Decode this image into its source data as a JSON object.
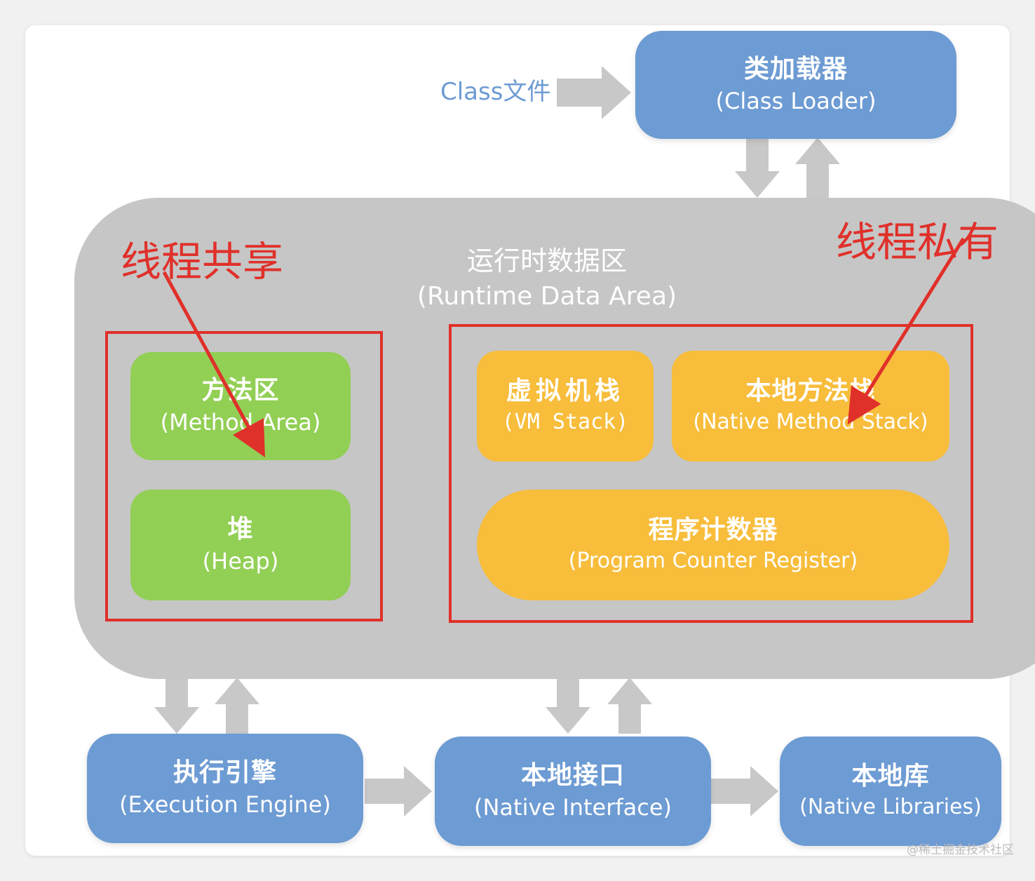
{
  "class_file_label": "Class文件",
  "class_loader": {
    "zh": "类加载器",
    "en": "(Class Loader)"
  },
  "runtime_area": {
    "zh": "运行时数据区",
    "en": "(Runtime Data Area)"
  },
  "method_area": {
    "zh": "方法区",
    "en": "(Method Area)"
  },
  "heap": {
    "zh": "堆",
    "en": "(Heap)"
  },
  "vm_stack": {
    "zh": "虚拟机栈",
    "en": "(VM Stack)"
  },
  "native_method_stack": {
    "zh": "本地方法栈",
    "en": "(Native Method Stack)"
  },
  "program_counter": {
    "zh": "程序计数器",
    "en": "(Program Counter Register)"
  },
  "execution_engine": {
    "zh": "执行引擎",
    "en": "(Execution Engine)"
  },
  "native_interface": {
    "zh": "本地接口",
    "en": "(Native Interface)"
  },
  "native_libraries": {
    "zh": "本地库",
    "en": "(Native Libraries)"
  },
  "annotation_shared": "线程共享",
  "annotation_private": "线程私有",
  "watermark": "@稀土掘金技术社区",
  "colors": {
    "box_blue": "#6d9bd3",
    "box_green": "#92cf55",
    "box_yellow": "#f7bd3b",
    "runtime_gray": "#c6c6c6",
    "arrow_gray": "#c8c8c8",
    "annotation_red": "#e0302a"
  }
}
